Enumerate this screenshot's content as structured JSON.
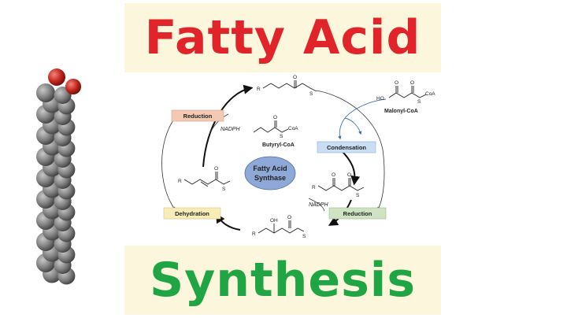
{
  "title_top": "Fatty Acid",
  "title_bottom": "Synthesis",
  "enzyme": {
    "line1": "Fatty Acid",
    "line2": "Synthase"
  },
  "steps": {
    "reduction_top": "Reduction",
    "condensation": "Condensation",
    "reduction_right": "Reduction",
    "dehydration": "Dehydration"
  },
  "cofactors": {
    "nadph_top": "NADPH",
    "nadph_right": "NADPH"
  },
  "molecules": {
    "malonyl_coa": "Malonyl-CoA",
    "butyryl_coa": "Butyryl-CoA"
  },
  "atoms": {
    "R": "R",
    "O": "O",
    "S": "S",
    "OH": "OH",
    "HO": "HO",
    "CoA": "CoA"
  },
  "colors": {
    "title_top": "#e0242a",
    "title_bottom": "#20a544",
    "banner_bg": "#fbf6dc",
    "reduction_box": "#f3c9b4",
    "condensation_box": "#c9def2",
    "reduction_right_box": "#cfe3c4",
    "dehydration_box": "#f8ecb8",
    "enzyme_fill": "#8ea9d8",
    "carbon_atom": "#7a7a7a",
    "oxygen_atom": "#c0231b"
  },
  "icons": [
    "space-filling-fatty-acid-model-icon"
  ]
}
